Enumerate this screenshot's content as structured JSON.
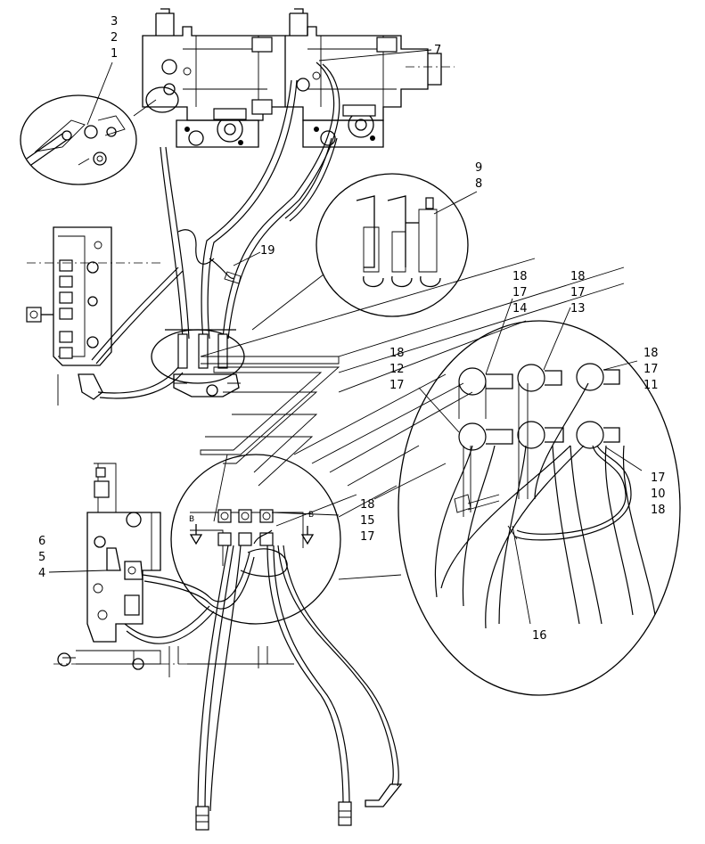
{
  "callouts": {
    "c1": "3",
    "c2": "2",
    "c3": "1",
    "c4": "7",
    "c5": "9",
    "c6": "8",
    "c7": "19",
    "c8a": "18",
    "c8b": "17",
    "c8c": "14",
    "c9a": "18",
    "c9b": "17",
    "c9c": "13",
    "c10a": "18",
    "c10b": "17",
    "c10c": "11",
    "c11a": "18",
    "c11b": "12",
    "c11c": "17",
    "c12a": "17",
    "c12b": "10",
    "c12c": "18",
    "c13a": "18",
    "c13b": "15",
    "c13c": "17",
    "c14a": "6",
    "c14b": "5",
    "c14c": "4",
    "c15": "16"
  },
  "view_marks": {
    "left": "B",
    "right": "B"
  }
}
